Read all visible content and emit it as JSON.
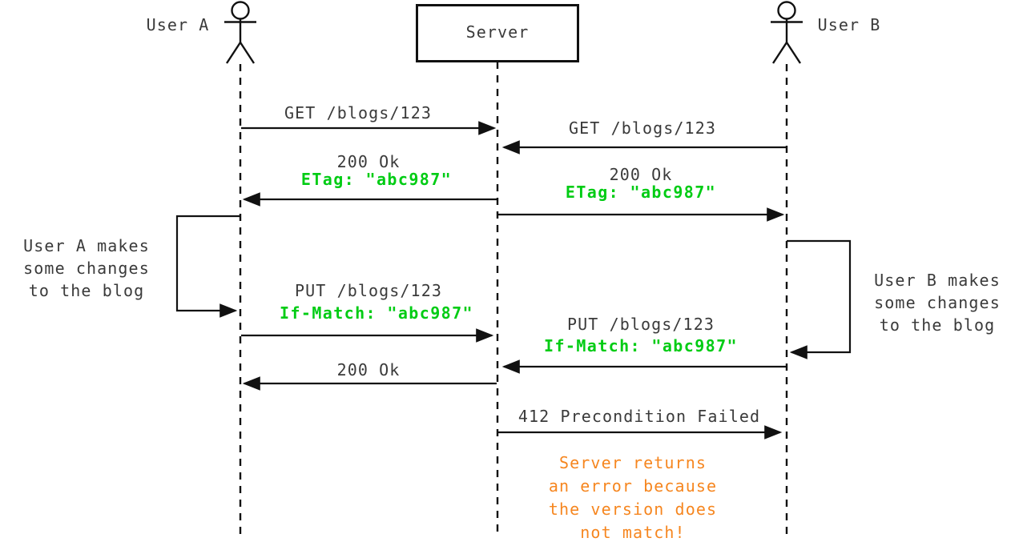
{
  "colors": {
    "ink": "#111111",
    "text": "#3a3a3a",
    "header-green": "#00cc14",
    "note-orange": "#f6861f"
  },
  "actors": {
    "user_a": "User A",
    "server": "Server",
    "user_b": "User B"
  },
  "messages": {
    "get_from_user_a": "GET /blogs/123",
    "get_from_user_b": "GET /blogs/123",
    "response_a_status": "200 Ok",
    "response_a_etag": "ETag: \"abc987\"",
    "response_b_status": "200 Ok",
    "response_b_etag": "ETag: \"abc987\"",
    "put_from_user_a": "PUT /blogs/123",
    "put_from_user_a_ifmatch": "If-Match: \"abc987\"",
    "put_from_user_b": "PUT /blogs/123",
    "put_from_user_b_ifmatch": "If-Match: \"abc987\"",
    "put_a_response_status": "200 Ok",
    "put_b_response_status": "412 Precondition Failed"
  },
  "notes": {
    "user_a_changes": {
      "lines": [
        "User A makes",
        "some changes",
        "to the blog"
      ]
    },
    "user_b_changes": {
      "lines": [
        "User B makes",
        "some changes",
        "to the blog"
      ]
    },
    "server_error": {
      "lines": [
        "Server returns",
        "an error because",
        "the version does",
        "not match!"
      ]
    }
  }
}
